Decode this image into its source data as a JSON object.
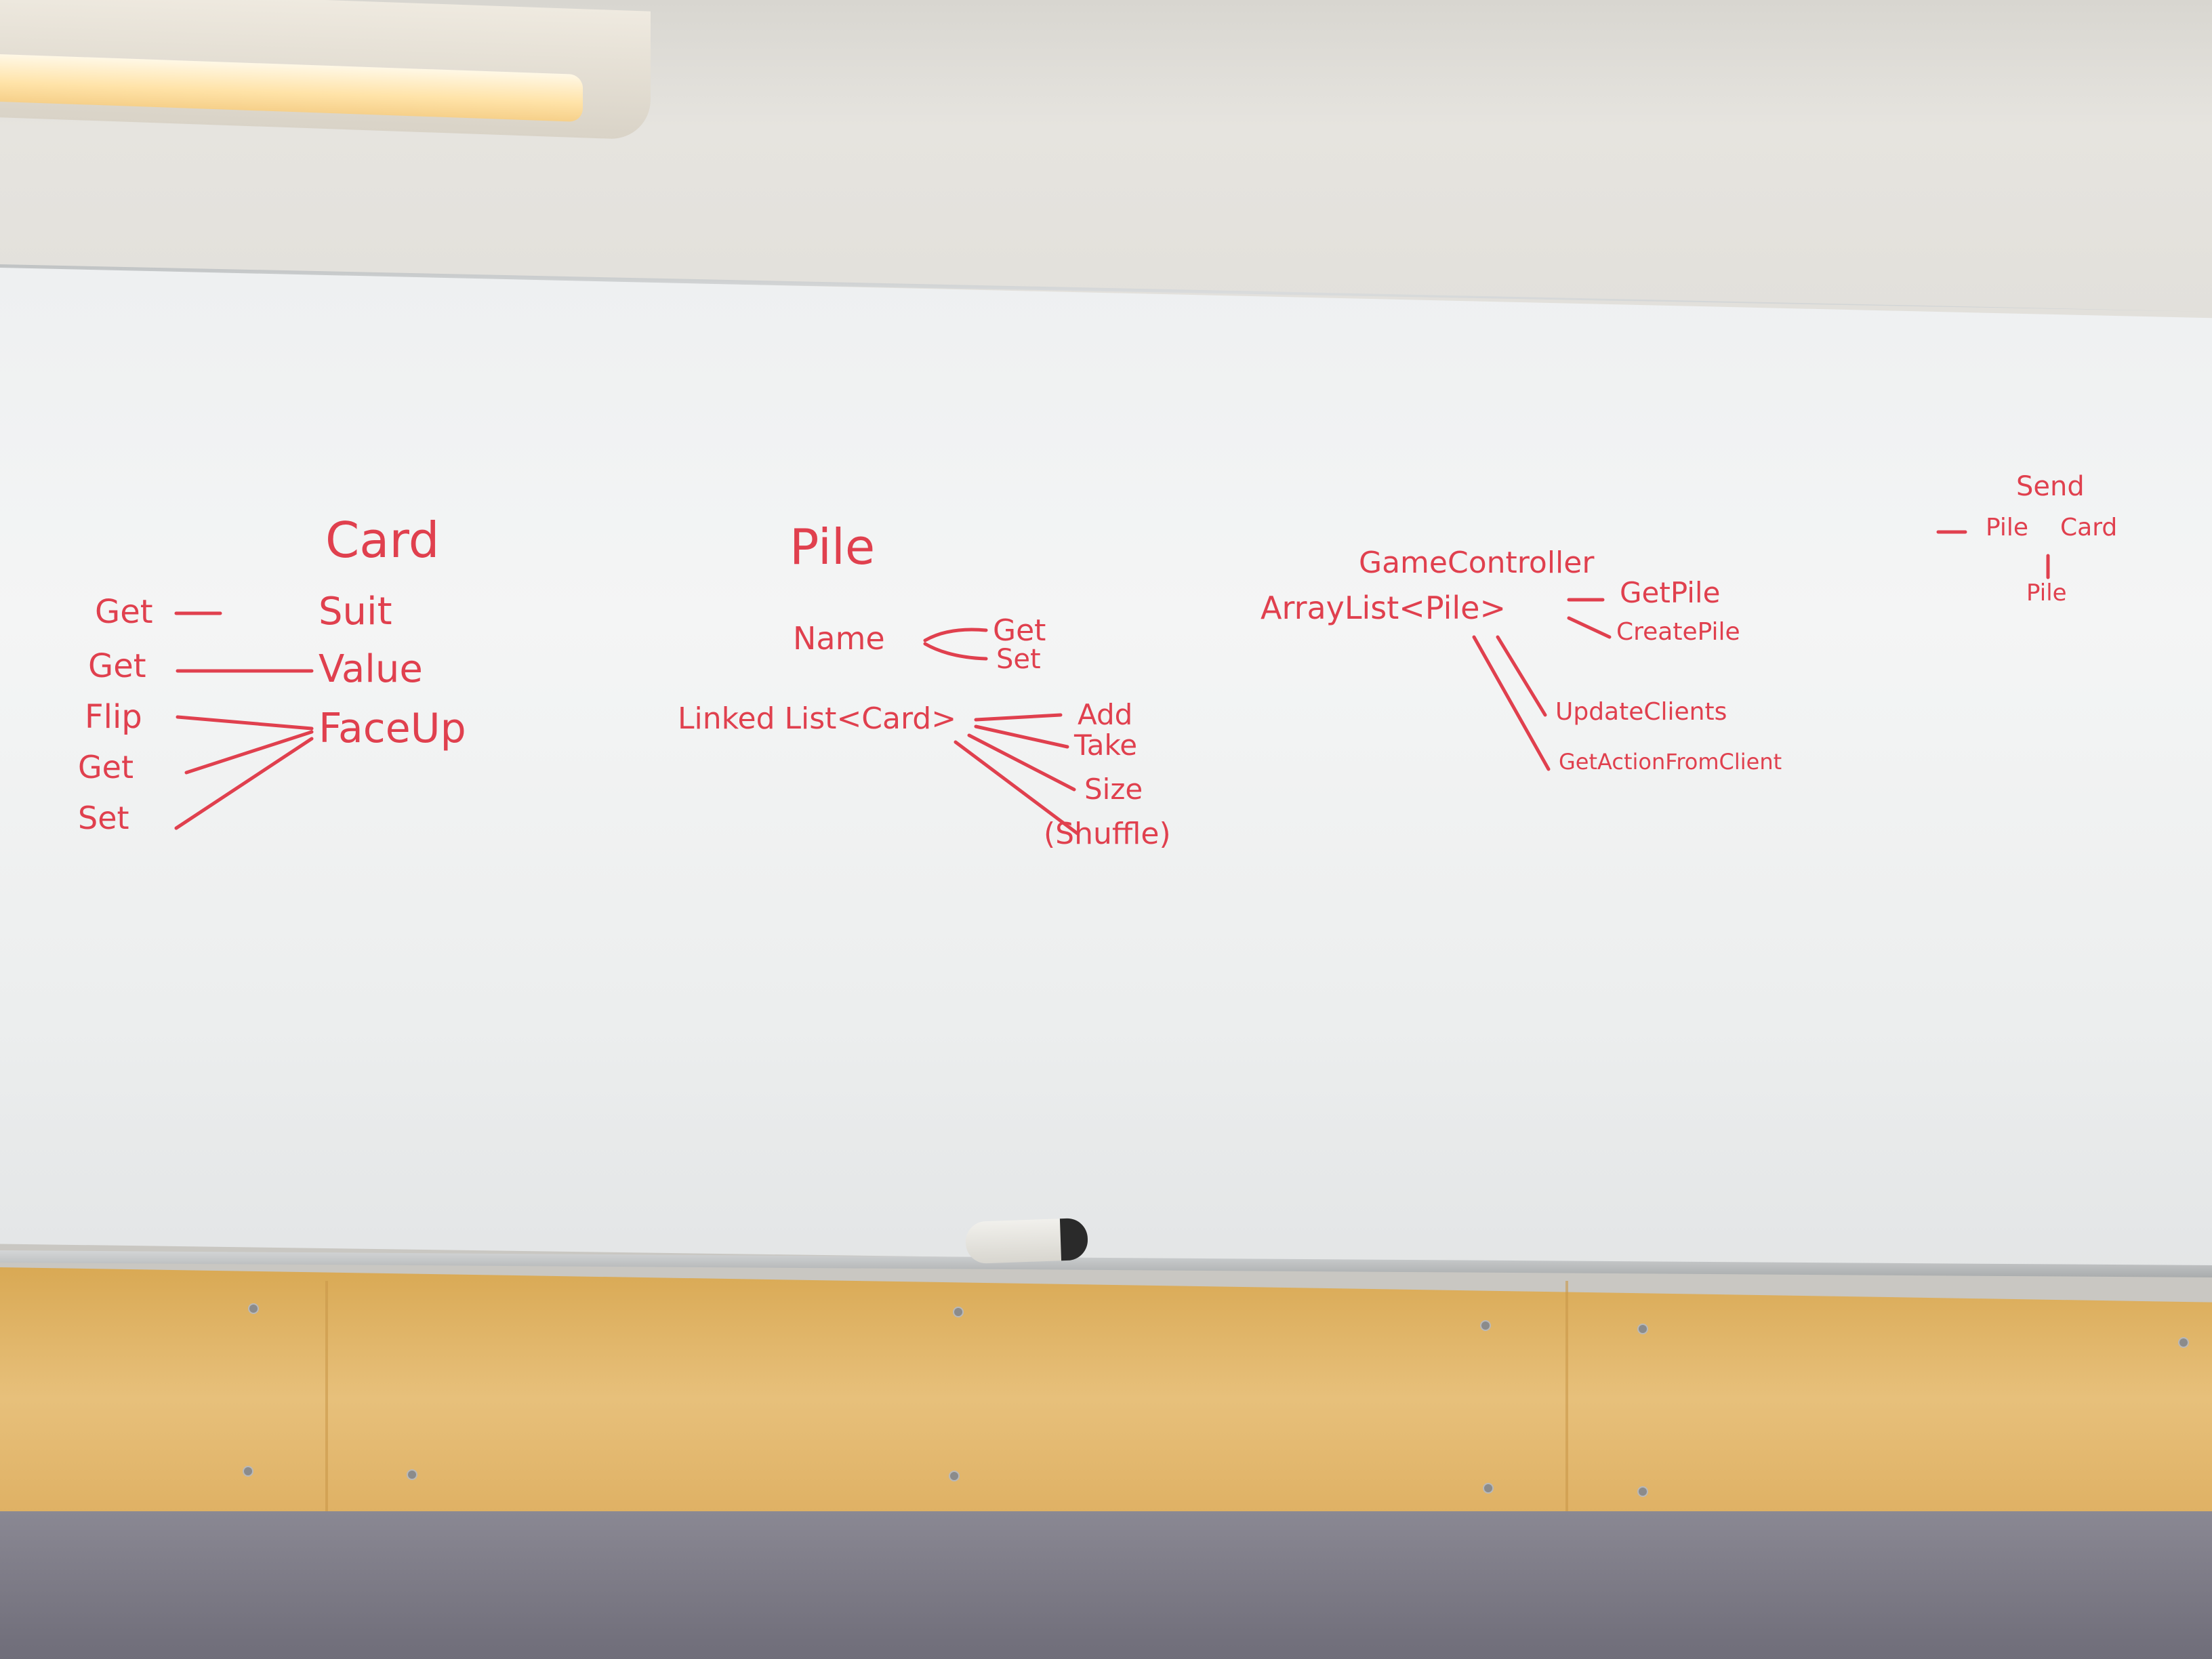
{
  "ink_color": "#e0404e",
  "card": {
    "title": "Card",
    "fields": [
      "Suit",
      "Value",
      "FaceUp"
    ],
    "methods": [
      "Get",
      "Get",
      "Flip",
      "Get",
      "Set"
    ]
  },
  "pile": {
    "title": "Pile",
    "name_field": "Name",
    "name_methods": [
      "Get",
      "Set"
    ],
    "list_field": "Linked List<Card>",
    "list_methods": [
      "Add",
      "Take",
      "Size",
      "(Shuffle)"
    ]
  },
  "game_controller": {
    "title": "GameController",
    "field": "ArrayList<Pile>",
    "methods": [
      "GetPile",
      "CreatePile",
      "UpdateClients",
      "GetActionFromClient"
    ]
  },
  "send": {
    "title": "Send",
    "items": [
      "Pile",
      "Card"
    ],
    "result": "Pile"
  }
}
